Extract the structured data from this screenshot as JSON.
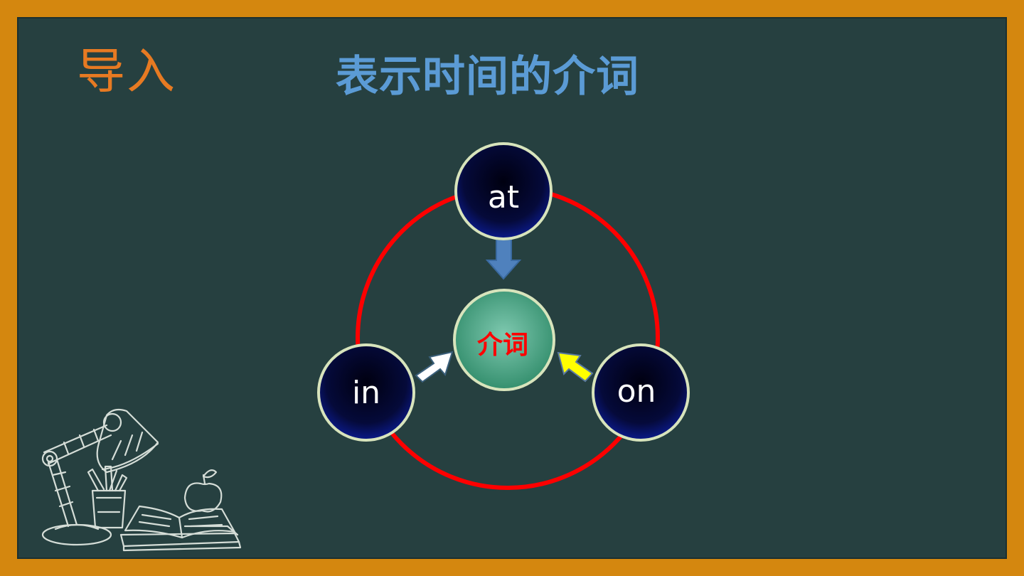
{
  "section_label": "导入",
  "title": "表示时间的介词",
  "diagram": {
    "center_label": "介词",
    "nodes": [
      {
        "id": "top",
        "label": "at"
      },
      {
        "id": "left",
        "label": "in"
      },
      {
        "id": "right",
        "label": "on"
      }
    ],
    "arrows": [
      {
        "from": "at",
        "color": "#4F81BD"
      },
      {
        "from": "in",
        "color": "#FFFFFF"
      },
      {
        "from": "on",
        "color": "#FFFF00"
      }
    ],
    "ring_color": "#FF0000",
    "node_color": "#0A0F5C",
    "center_color": "#3E9A7A"
  },
  "colors": {
    "frame": "#D4870F",
    "board": "#264040",
    "section_label": "#E77A22",
    "title": "#5B9BD5"
  },
  "decoration": {
    "icon": "desk-lamp-books-apple-icon"
  }
}
